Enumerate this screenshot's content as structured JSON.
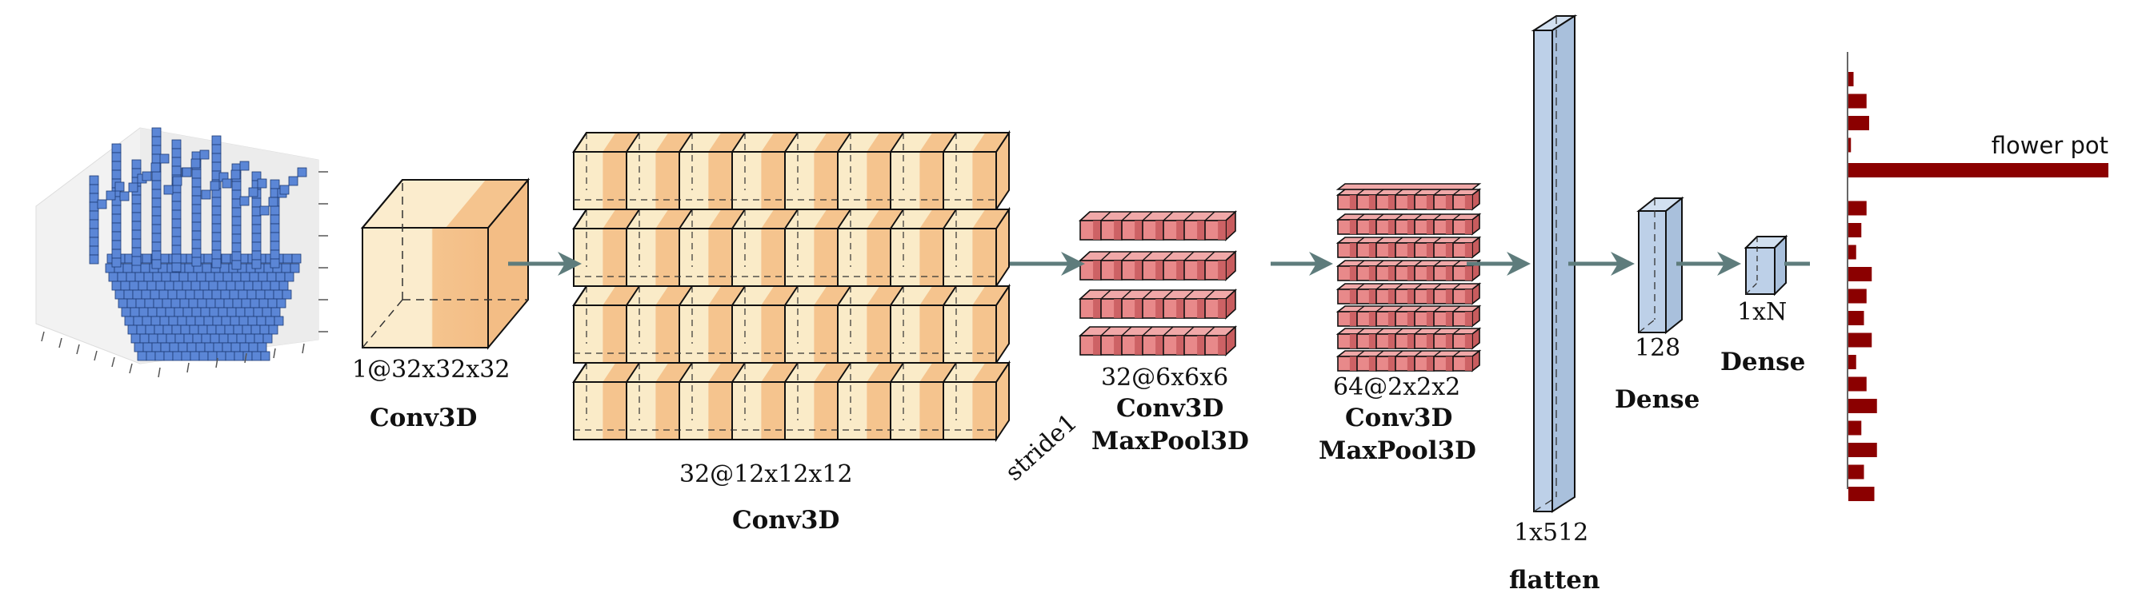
{
  "colors": {
    "conv_light": "#faebc8",
    "conv_dark": "#f5c48e",
    "pool_fill": "#e8898a",
    "pool_dark": "#c85c5e",
    "dense_fill": "#bdd0e8",
    "voxel": "#5b86d6",
    "arrow": "#5e7c7c",
    "bar": "#8b0000"
  },
  "icons": [
    "voxel-flower-pot-plot",
    "flow-arrow-icon"
  ],
  "layers": {
    "input": {
      "dims": "1@32x32x32",
      "op": "Conv3D"
    },
    "conv1": {
      "dims": "32@12x12x12",
      "op": "Conv3D",
      "note": "stride1"
    },
    "pool1": {
      "dims": "32@6x6x6",
      "op": "Conv3D",
      "op2": "MaxPool3D"
    },
    "pool2": {
      "dims": "64@2x2x2",
      "op": "Conv3D",
      "op2": "MaxPool3D"
    },
    "flatten": {
      "dims": "1x512",
      "op": "flatten"
    },
    "dense1": {
      "dims": "128",
      "op": "Dense"
    },
    "dense2": {
      "dims": "1xN",
      "op": "Dense"
    }
  },
  "output": {
    "label": "flower pot",
    "scores": [
      0.02,
      0.07,
      0.08,
      0.01,
      1.0,
      0.07,
      0.05,
      0.03,
      0.09,
      0.07,
      0.06,
      0.09,
      0.03,
      0.07,
      0.11,
      0.05,
      0.11,
      0.06,
      0.1
    ],
    "highlight_index": 4
  }
}
